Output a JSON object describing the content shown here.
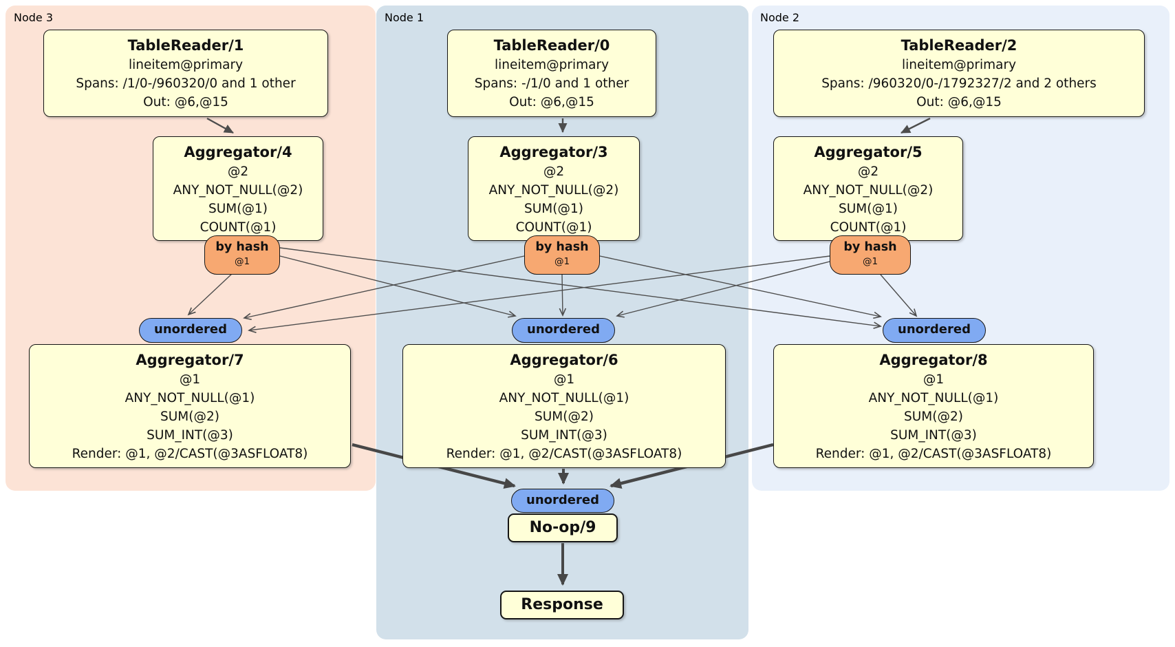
{
  "panels": [
    {
      "label": "Node 3"
    },
    {
      "label": "Node 1"
    },
    {
      "label": "Node 2"
    }
  ],
  "processors": {
    "tablereader1": {
      "title": "TableReader/1",
      "lines": [
        "lineitem@primary",
        "Spans: /1/0-/960320/0 and 1 other",
        "Out: @6,@15"
      ]
    },
    "tablereader0": {
      "title": "TableReader/0",
      "lines": [
        "lineitem@primary",
        "Spans: -/1/0 and 1 other",
        "Out: @6,@15"
      ]
    },
    "tablereader2": {
      "title": "TableReader/2",
      "lines": [
        "lineitem@primary",
        "Spans: /960320/0-/1792327/2 and 2 others",
        "Out: @6,@15"
      ]
    },
    "aggregator4": {
      "title": "Aggregator/4",
      "lines": [
        "@2",
        "ANY_NOT_NULL(@2)",
        "SUM(@1)",
        "COUNT(@1)"
      ]
    },
    "aggregator3": {
      "title": "Aggregator/3",
      "lines": [
        "@2",
        "ANY_NOT_NULL(@2)",
        "SUM(@1)",
        "COUNT(@1)"
      ]
    },
    "aggregator5": {
      "title": "Aggregator/5",
      "lines": [
        "@2",
        "ANY_NOT_NULL(@2)",
        "SUM(@1)",
        "COUNT(@1)"
      ]
    },
    "aggregator7": {
      "title": "Aggregator/7",
      "lines": [
        "@1",
        "ANY_NOT_NULL(@1)",
        "SUM(@2)",
        "SUM_INT(@3)",
        "Render: @1, @2/CAST(@3ASFLOAT8)"
      ]
    },
    "aggregator6": {
      "title": "Aggregator/6",
      "lines": [
        "@1",
        "ANY_NOT_NULL(@1)",
        "SUM(@2)",
        "SUM_INT(@3)",
        "Render: @1, @2/CAST(@3ASFLOAT8)"
      ]
    },
    "aggregator8": {
      "title": "Aggregator/8",
      "lines": [
        "@1",
        "ANY_NOT_NULL(@1)",
        "SUM(@2)",
        "SUM_INT(@3)",
        "Render: @1, @2/CAST(@3ASFLOAT8)"
      ]
    },
    "noop": {
      "title": "No-op/9"
    },
    "response": {
      "title": "Response"
    }
  },
  "routers": [
    {
      "label": "by hash",
      "detail": "@1"
    },
    {
      "label": "by hash",
      "detail": "@1"
    },
    {
      "label": "by hash",
      "detail": "@1"
    }
  ],
  "streams": [
    {
      "label": "unordered"
    },
    {
      "label": "unordered"
    },
    {
      "label": "unordered"
    },
    {
      "label": "unordered"
    }
  ],
  "colors": {
    "node3_bg": "#fce3d6",
    "node1_bg": "#d2e0ea",
    "node2_bg": "#e9f0fa",
    "processor_bg": "#ffffd8",
    "router_bg": "#f7a871",
    "stream_bg": "#80aaf2",
    "border": "#151515",
    "edge": "#4d4d4d"
  }
}
